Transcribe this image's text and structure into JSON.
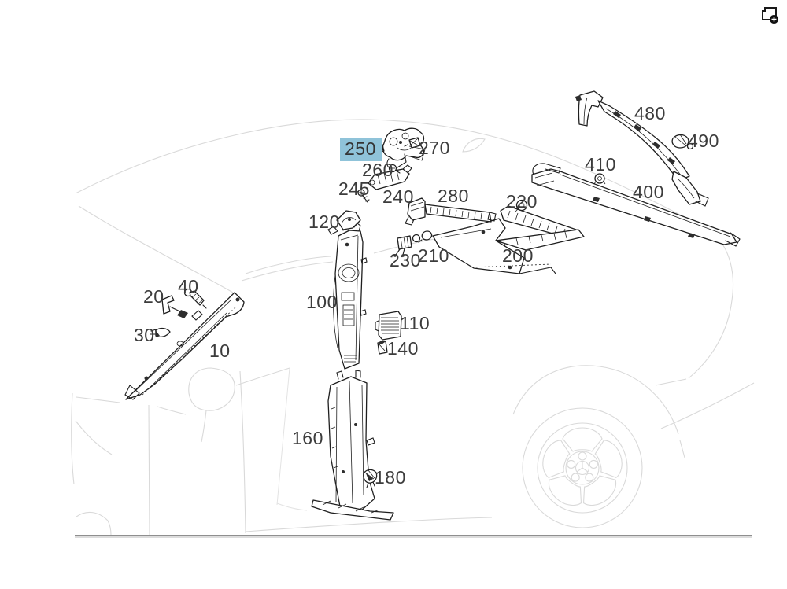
{
  "window": {
    "background": "#ffffff",
    "toolbar": {
      "icon": "page-plus-zoom-icon"
    }
  },
  "diagram": {
    "type": "exploded-parts-drawing",
    "subject": "car pillar and roof interior trim panels on faded vehicle outline",
    "highlight": {
      "part": "250",
      "color": "#8fc3d9"
    },
    "label_color": "#3c3c3c",
    "labels": {
      "p10": {
        "text": "10"
      },
      "p20": {
        "text": "20"
      },
      "p30": {
        "text": "30"
      },
      "p40": {
        "text": "40"
      },
      "p100": {
        "text": "100"
      },
      "p110": {
        "text": "110"
      },
      "p120": {
        "text": "120"
      },
      "p140": {
        "text": "140"
      },
      "p160": {
        "text": "160"
      },
      "p180": {
        "text": "180"
      },
      "p200": {
        "text": "200"
      },
      "p210": {
        "text": "210"
      },
      "p220": {
        "text": "220"
      },
      "p230": {
        "text": "230"
      },
      "p240": {
        "text": "240"
      },
      "p245": {
        "text": "245"
      },
      "p250": {
        "text": "250"
      },
      "p260": {
        "text": "260"
      },
      "p270": {
        "text": "270"
      },
      "p280": {
        "text": "280"
      },
      "p400": {
        "text": "400"
      },
      "p410": {
        "text": "410"
      },
      "p480": {
        "text": "480"
      },
      "p490": {
        "text": "490"
      }
    }
  }
}
